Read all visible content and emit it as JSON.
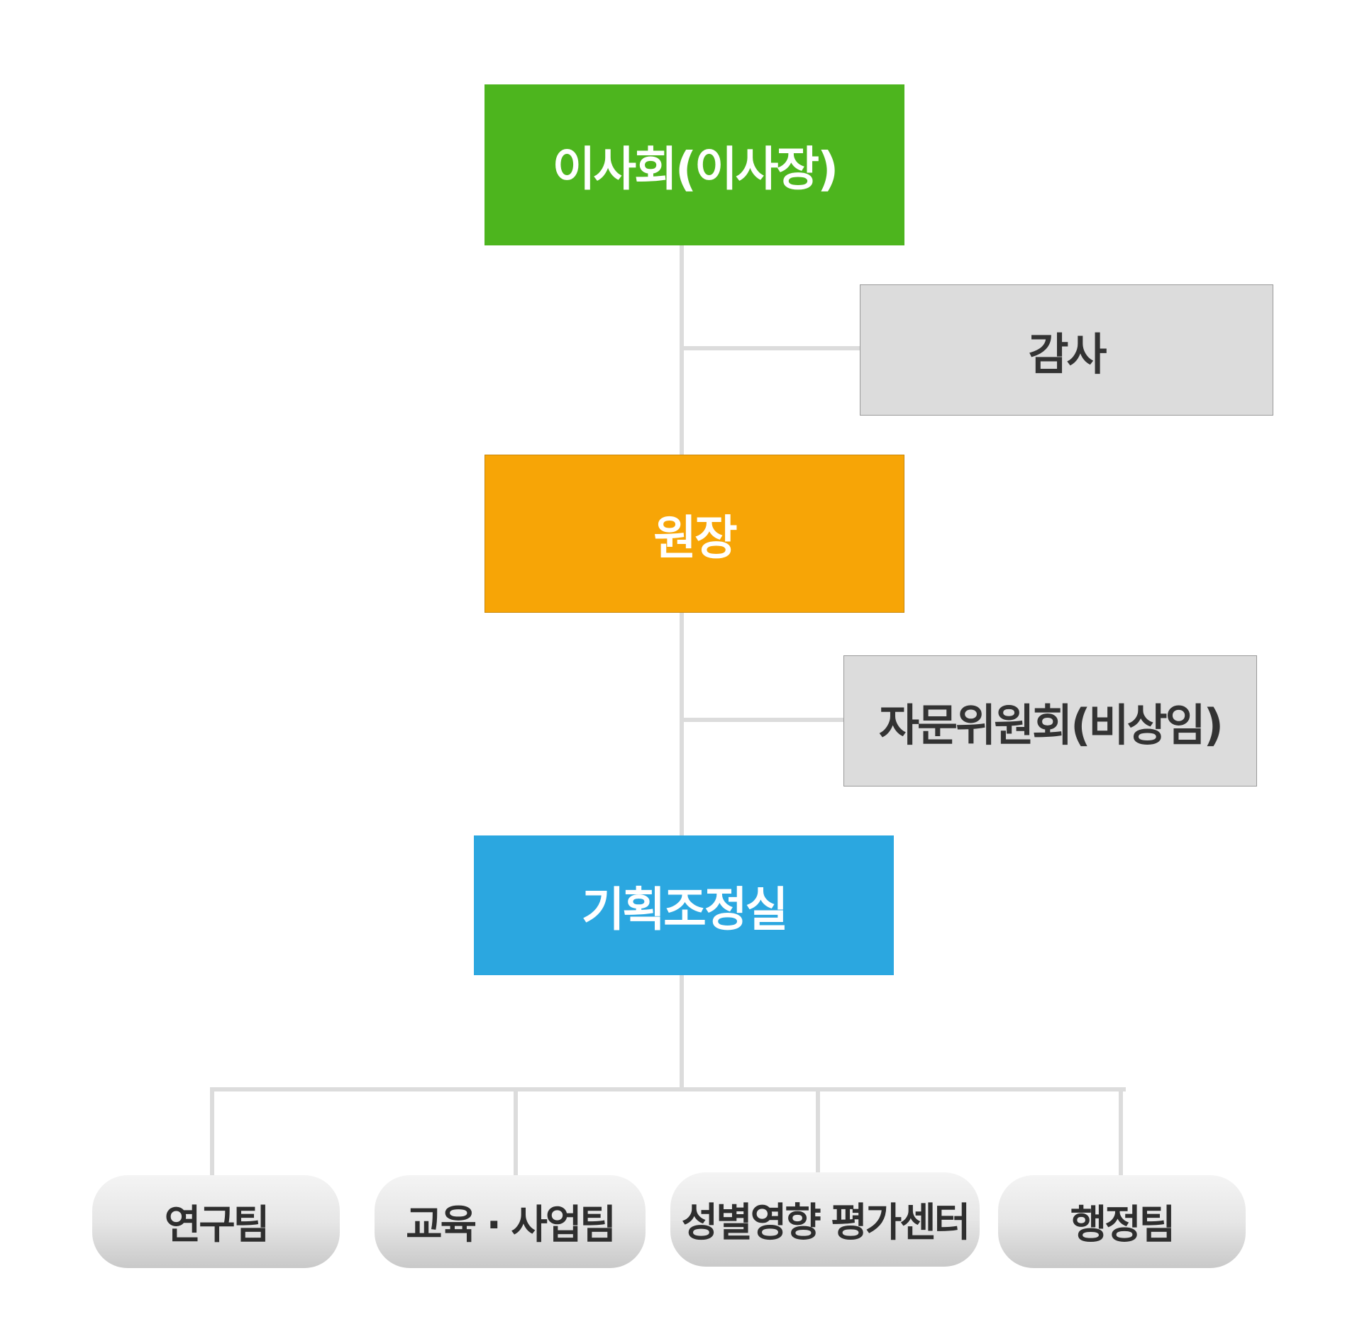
{
  "board": {
    "label": "이사회(이사장)",
    "color": "#4db51e"
  },
  "audit": {
    "label": "감사"
  },
  "director": {
    "label": "원장",
    "color": "#f7a506"
  },
  "advisory": {
    "label": "자문위원회(비상임)"
  },
  "planning": {
    "label": "기획조정실",
    "color": "#2ba7e0"
  },
  "teams": [
    {
      "label": "연구팀"
    },
    {
      "label": "교육 · 사업팀"
    },
    {
      "label": "성별영향 평가센터"
    },
    {
      "label": "행정팀"
    }
  ]
}
